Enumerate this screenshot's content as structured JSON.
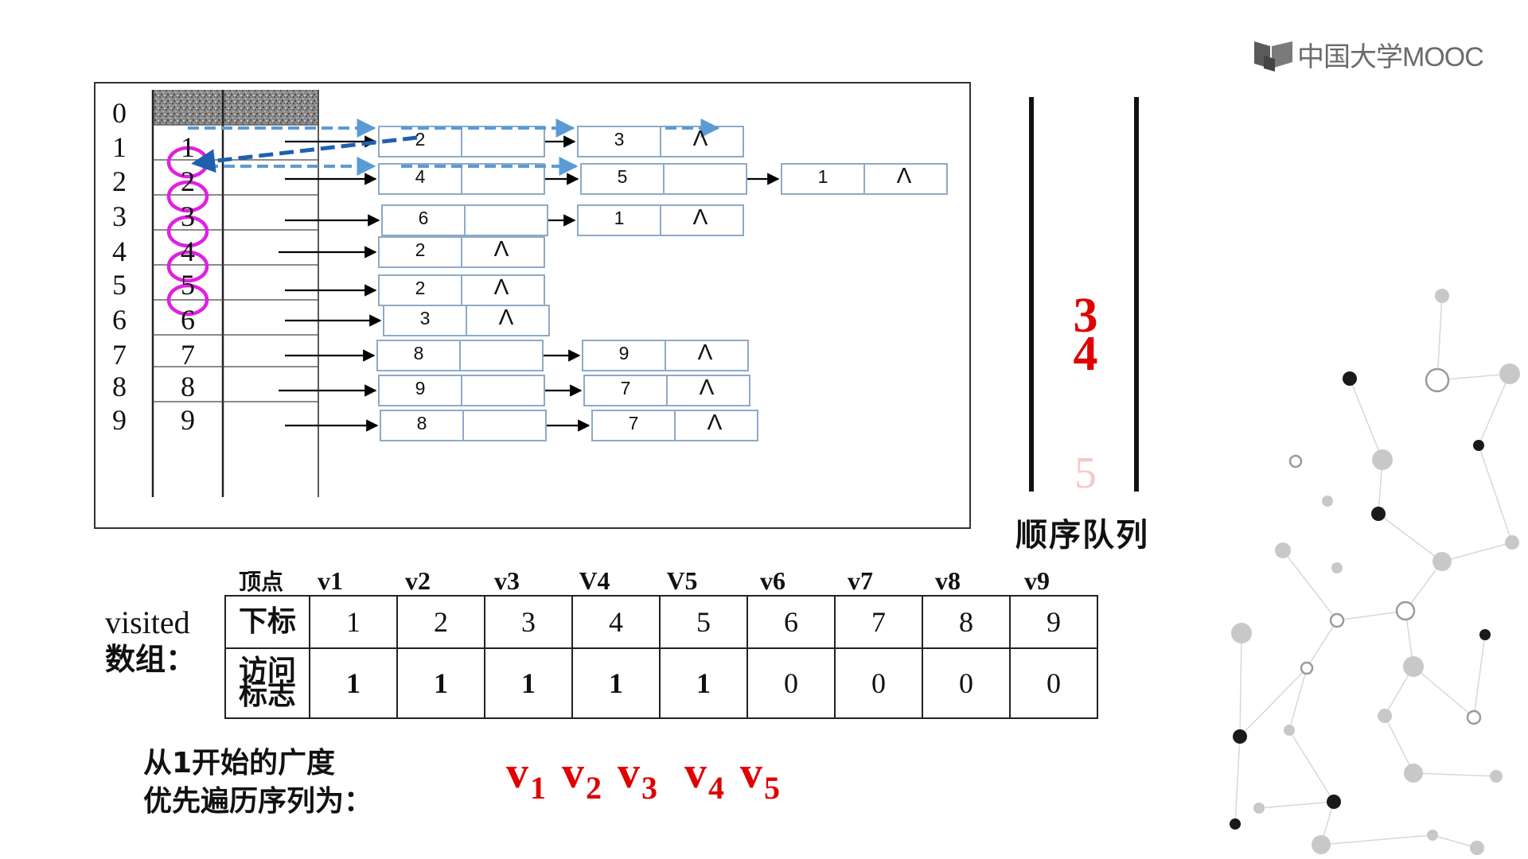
{
  "logo": {
    "text": "中国大学MOOC",
    "icon": "mooc-book-icon"
  },
  "adjacency": {
    "row_indices": [
      "0",
      "1",
      "2",
      "3",
      "4",
      "5",
      "6",
      "7",
      "8",
      "9"
    ],
    "vertices": [
      "",
      "1",
      "2",
      "3",
      "4",
      "5",
      "6",
      "7",
      "8",
      "9"
    ],
    "lists": [
      [],
      [
        "2",
        "3"
      ],
      [
        "4",
        "5",
        "1"
      ],
      [
        "6",
        "1"
      ],
      [
        "2"
      ],
      [
        "2"
      ],
      [
        "3"
      ],
      [
        "8",
        "9"
      ],
      [
        "9",
        "7"
      ],
      [
        "8",
        "7"
      ]
    ],
    "null_symbol": "Λ",
    "circled_vertices": [
      "1",
      "2",
      "3",
      "4",
      "5"
    ]
  },
  "queue": {
    "label": "顺序队列",
    "items": [
      "3",
      "4"
    ],
    "faded_item": "5"
  },
  "visited": {
    "label_line1": "visited",
    "label_line2": "数组：",
    "corner_label": "顶点",
    "headers": [
      "v1",
      "v2",
      "v3",
      "V4",
      "V5",
      "v6",
      "v7",
      "v8",
      "v9"
    ],
    "row1_label": "下标",
    "row2_label_a": "访问",
    "row2_label_b": "标志",
    "indices": [
      "1",
      "2",
      "3",
      "4",
      "5",
      "6",
      "7",
      "8",
      "9"
    ],
    "flags": [
      "1",
      "1",
      "1",
      "1",
      "1",
      "0",
      "0",
      "0",
      "0"
    ]
  },
  "traversal": {
    "label_line1": "从1开始的广度",
    "label_line2": "优先遍历序列为：",
    "sequence": [
      {
        "v": "v",
        "sub": "1"
      },
      {
        "v": "v",
        "sub": "2"
      },
      {
        "v": "v",
        "sub": "3"
      },
      {
        "v": "v",
        "sub": "4"
      },
      {
        "v": "v",
        "sub": "5"
      }
    ]
  },
  "colors": {
    "accent_red": "#e00000",
    "circle_magenta": "#e020e0",
    "dashed_blue": "#5b9bd5",
    "dark_blue": "#1f5fb0",
    "node_border": "#8ea9c8"
  }
}
